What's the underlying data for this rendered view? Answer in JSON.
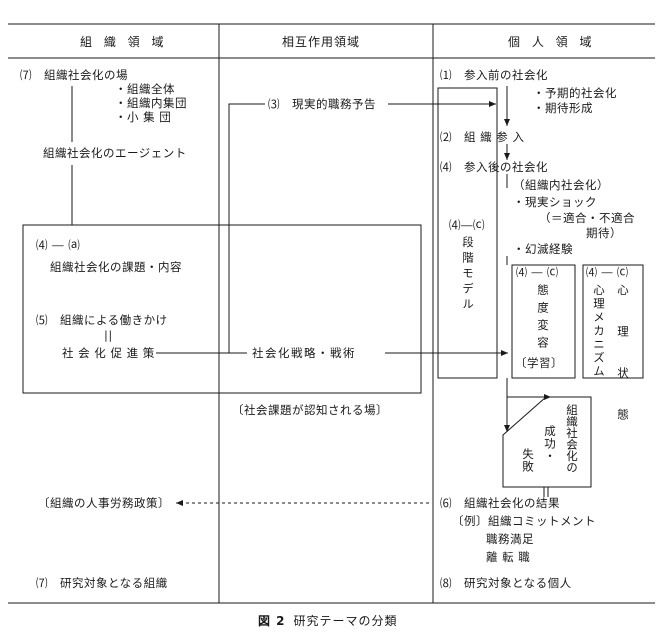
{
  "headers": {
    "org": "組 織 領 域",
    "inter": "相互作用領域",
    "indiv": "個 人 領 域"
  },
  "org": {
    "n7_title": "⑺　組織社会化の場",
    "bullets": [
      "・組織全体",
      "・組織内集団",
      "・小 集 団"
    ],
    "agent": "組織社会化のエージェント",
    "n4a_head": "⑷ ― ⒜",
    "n4a_text": "組織社会化の課題・内容",
    "n5": "⑸　組織による働きかけ",
    "equals": "||",
    "promotion": "社 会 化 促 進 策",
    "hr_policy": "〔組織の人事労務政策〕",
    "research_org": "⑺　研究対象となる組織"
  },
  "inter": {
    "n3": "⑶　現実的職務予告",
    "strategy": "社会化戦略・戦術",
    "recog": "〔社会課題が認知される場〕"
  },
  "indiv": {
    "n1": "⑴　参入前の社会化",
    "n1_bullets": [
      "・予期的社会化",
      "・期待形成"
    ],
    "n2": "⑵　組 織 参 入",
    "n4": "⑷　参入後の社会化",
    "intra": "（組織内社会化）",
    "shock": "・現実ショック",
    "fit": "（＝適合・不適合",
    "expect": "期待）",
    "disillusion": "・幻滅経験",
    "stage_label": "⑷―⒞",
    "stage_text": "段階モデル",
    "attitude_label": "⑷ ― ⒞",
    "attitude_text": "態度変容",
    "learning": "〔学習〕",
    "psych_label": "⑷ ― ⒞",
    "psych_mech": "心理メカニズム",
    "psych_state": "心 理 状 態",
    "success_col1": "失敗",
    "success_col2": "成功・",
    "success_col3": "組織社会化の",
    "dbl": "||",
    "n6": "⑹　組織社会化の結果",
    "example": "〔例〕組織コミットメント",
    "satisfaction": "職務満足",
    "turnover": "離 転 職",
    "research_indiv": "⑻　研究対象となる個人"
  },
  "caption": {
    "fig": "図 2",
    "text": "研究テーマの分類"
  }
}
